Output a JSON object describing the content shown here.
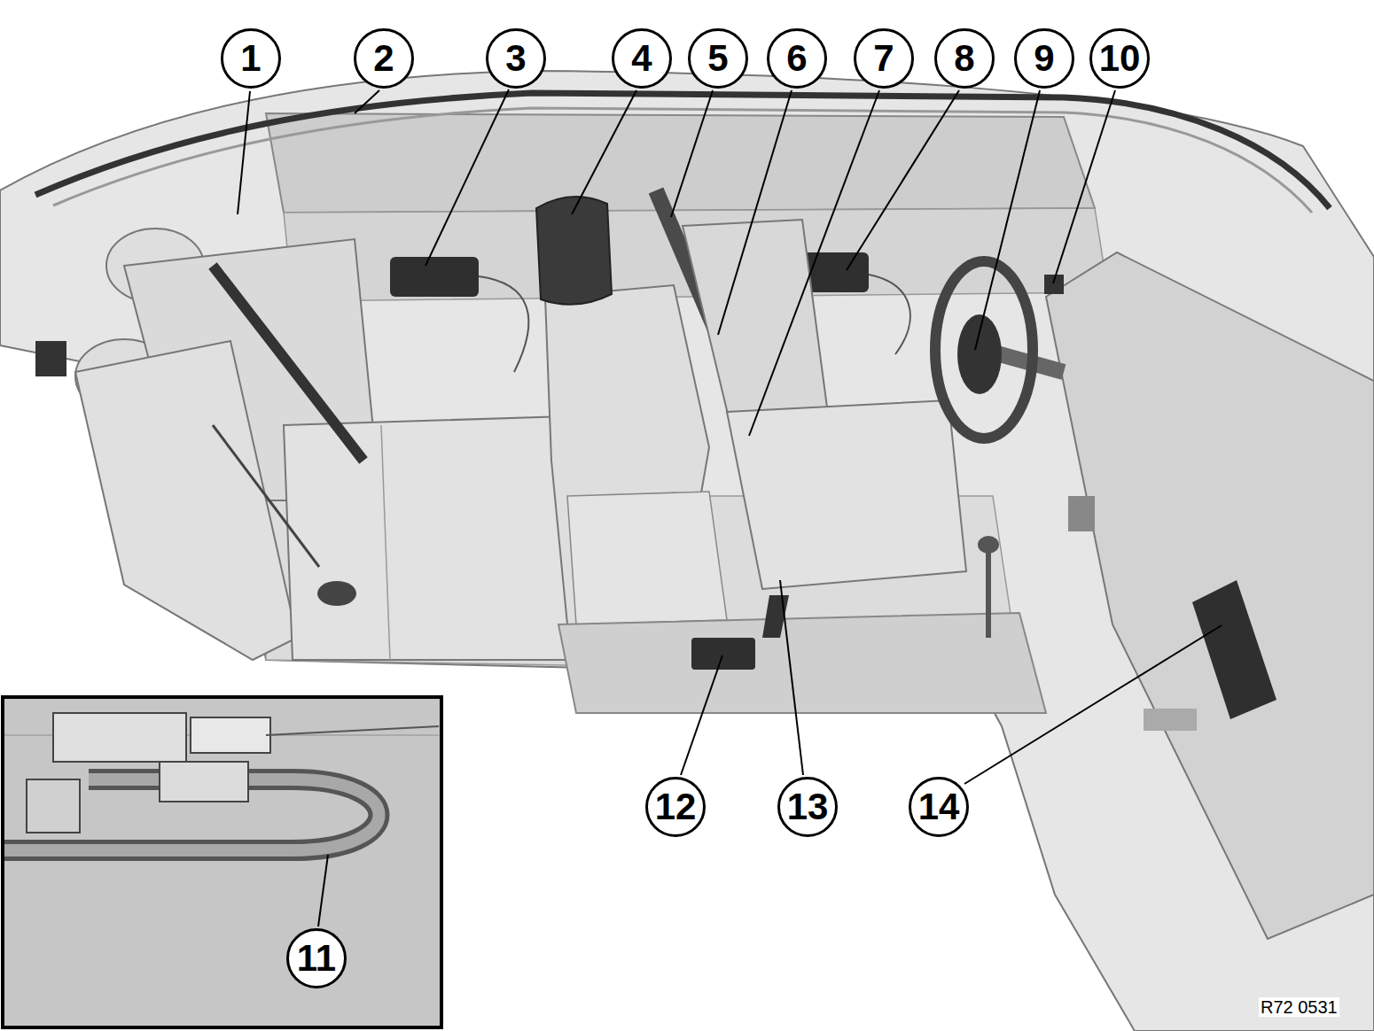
{
  "diagram": {
    "labels": [
      "1",
      "2",
      "3",
      "4",
      "5",
      "6",
      "7",
      "8",
      "9",
      "10",
      "11",
      "12",
      "13",
      "14",
      "R72 0531"
    ]
  }
}
